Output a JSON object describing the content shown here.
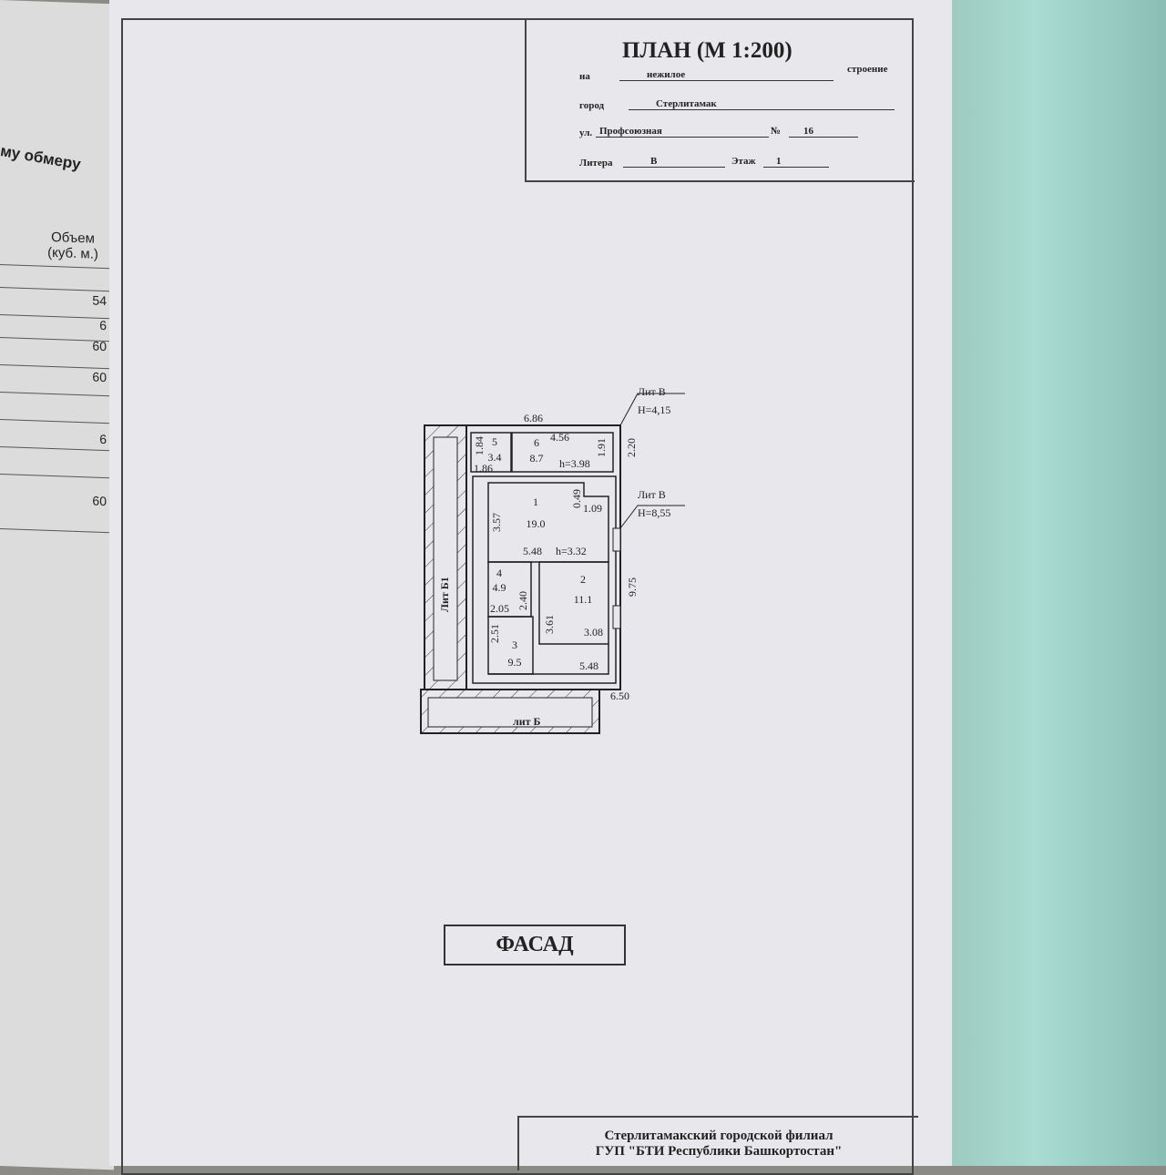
{
  "left_page": {
    "header": "му обмеру",
    "column": "Объем (куб. м.)",
    "values": [
      "54",
      "6",
      "60",
      "60",
      "6",
      "60"
    ]
  },
  "title_block": {
    "title": "ПЛАН (М 1:200)",
    "na_label": "на",
    "na_value": "нежилое",
    "na_suffix": "строение",
    "city_label": "город",
    "city_value": "Стерлитамак",
    "street_label": "ул.",
    "street_value": "Профсоюзная",
    "number_label": "№",
    "number_value": "16",
    "litera_label": "Литера",
    "litera_value": "В",
    "floor_label": "Этаж",
    "floor_value": "1"
  },
  "plan": {
    "lit_v1": "Лит В",
    "h1": "Н=4,15",
    "lit_v2": "Лит В",
    "h2": "Н=8,55",
    "lit_b1": "Лит Б1",
    "lit_b": "лит Б",
    "dims": {
      "top": "6.86",
      "d184": "1.84",
      "d186": "1.86",
      "d456": "4.56",
      "d191": "1.91",
      "d220": "2.20",
      "h398": "h=3.98",
      "d357": "3.57",
      "d049": "0.49",
      "d109": "1.09",
      "d548a": "5.48",
      "h332": "h=3.32",
      "d975": "9.75",
      "d240": "2.40",
      "d205": "2.05",
      "d251": "2.51",
      "d361": "3.61",
      "d308": "3.08",
      "d548b": "5.48",
      "d650": "6.50"
    },
    "rooms": [
      {
        "n": "1",
        "area": "19.0"
      },
      {
        "n": "2",
        "area": "11.1"
      },
      {
        "n": "3",
        "area": "9.5"
      },
      {
        "n": "4",
        "area": "4.9"
      },
      {
        "n": "5",
        "area": "3.4"
      },
      {
        "n": "6",
        "area": "8.7"
      }
    ]
  },
  "facade_label": "ФАСАД",
  "stamp": {
    "line1": "Стерлитамакский городской филиал",
    "line2": "ГУП \"БТИ Республики Башкортостан\""
  }
}
